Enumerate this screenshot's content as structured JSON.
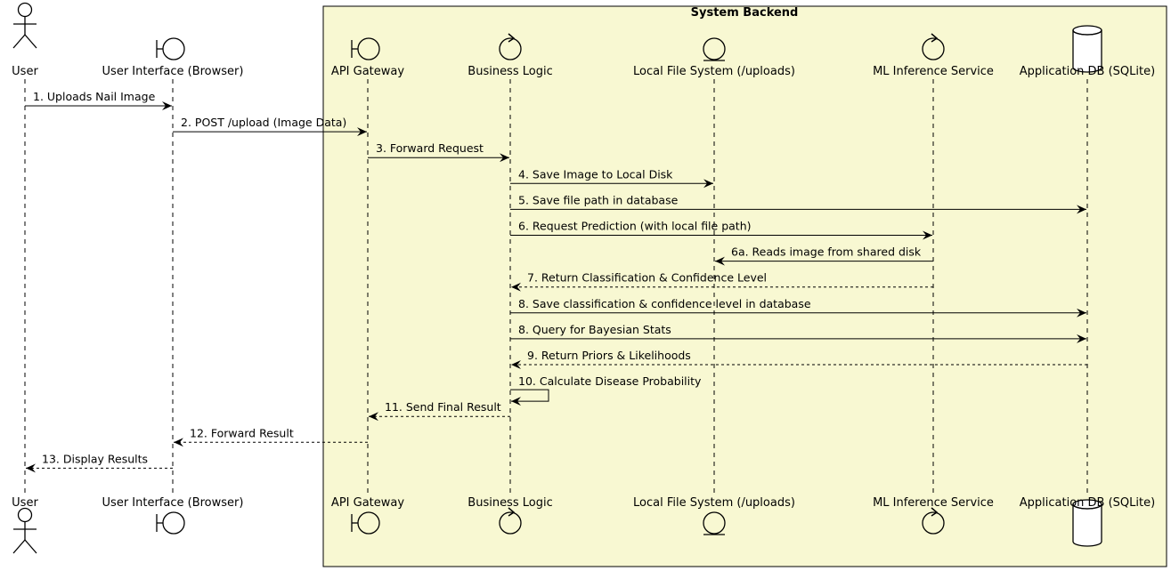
{
  "group": {
    "title": "System Backend"
  },
  "participants": [
    {
      "id": "user",
      "name": "User",
      "kind": "actor"
    },
    {
      "id": "ui",
      "name": "User Interface (Browser)",
      "kind": "boundary"
    },
    {
      "id": "api",
      "name": "API Gateway",
      "kind": "boundary"
    },
    {
      "id": "logic",
      "name": "Business Logic",
      "kind": "control"
    },
    {
      "id": "fs",
      "name": "Local File System (/uploads)",
      "kind": "entity"
    },
    {
      "id": "ml",
      "name": "ML Inference Service",
      "kind": "control"
    },
    {
      "id": "db",
      "name": "Application DB (SQLite)",
      "kind": "database"
    }
  ],
  "messages": [
    {
      "from": "user",
      "to": "ui",
      "label": "1. Uploads Nail Image",
      "style": "sync"
    },
    {
      "from": "ui",
      "to": "api",
      "label": "2. POST /upload (Image Data)",
      "style": "sync"
    },
    {
      "from": "api",
      "to": "logic",
      "label": "3. Forward Request",
      "style": "sync"
    },
    {
      "from": "logic",
      "to": "fs",
      "label": "4. Save Image to Local Disk",
      "style": "sync"
    },
    {
      "from": "logic",
      "to": "db",
      "label": "5. Save file path in database",
      "style": "sync"
    },
    {
      "from": "logic",
      "to": "ml",
      "label": "6. Request Prediction (with local file path)",
      "style": "sync"
    },
    {
      "from": "ml",
      "to": "fs",
      "label": "6a. Reads image from shared disk",
      "style": "sync"
    },
    {
      "from": "ml",
      "to": "logic",
      "label": "7. Return Classification & Confidence Level",
      "style": "reply"
    },
    {
      "from": "logic",
      "to": "db",
      "label": "8. Save classification & confidence level in database",
      "style": "sync"
    },
    {
      "from": "logic",
      "to": "db",
      "label": "8. Query for Bayesian Stats",
      "style": "sync"
    },
    {
      "from": "db",
      "to": "logic",
      "label": "9. Return Priors & Likelihoods",
      "style": "reply"
    },
    {
      "from": "logic",
      "to": "logic",
      "label": "10. Calculate Disease Probability",
      "style": "self"
    },
    {
      "from": "logic",
      "to": "api",
      "label": "11. Send Final Result",
      "style": "reply"
    },
    {
      "from": "api",
      "to": "ui",
      "label": "12. Forward Result",
      "style": "reply"
    },
    {
      "from": "ui",
      "to": "user",
      "label": "13. Display Results",
      "style": "reply"
    }
  ]
}
